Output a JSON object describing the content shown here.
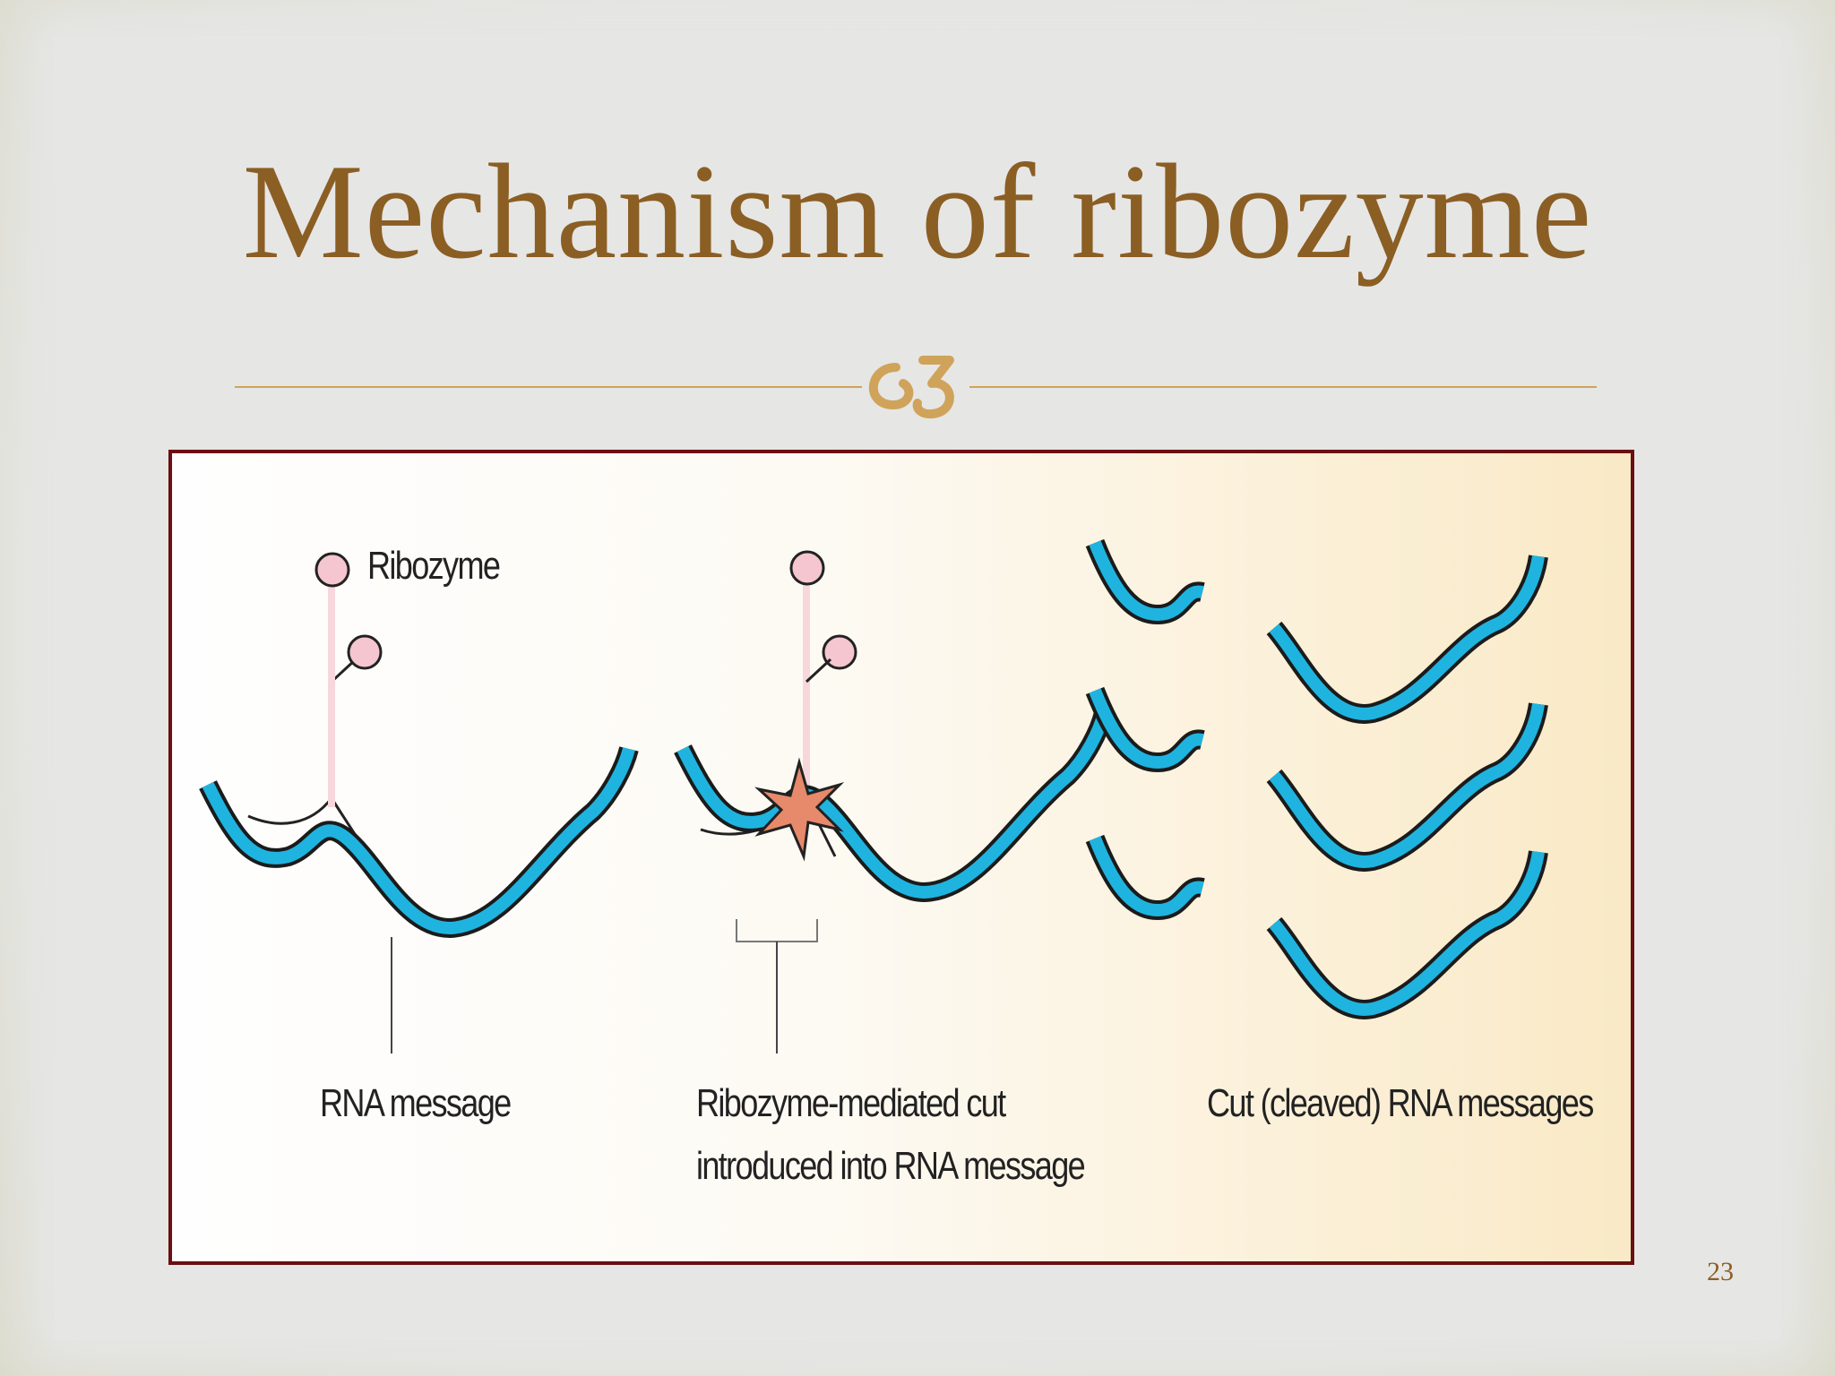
{
  "slide": {
    "title": "Mechanism of ribozyme",
    "page_number": "23"
  },
  "figure": {
    "labels": {
      "ribozyme": "Ribozyme",
      "rna_message": "RNA message",
      "cut_line1": "Ribozyme-mediated cut",
      "cut_line2": "introduced into RNA message",
      "cleaved": "Cut (cleaved) RNA messages"
    }
  },
  "colors": {
    "title": "#8b5e23",
    "rule": "#d0a35a",
    "rna": "#1fb4e0",
    "ribozyme_head": "#f5c6cf",
    "frame": "#6b0f12"
  }
}
